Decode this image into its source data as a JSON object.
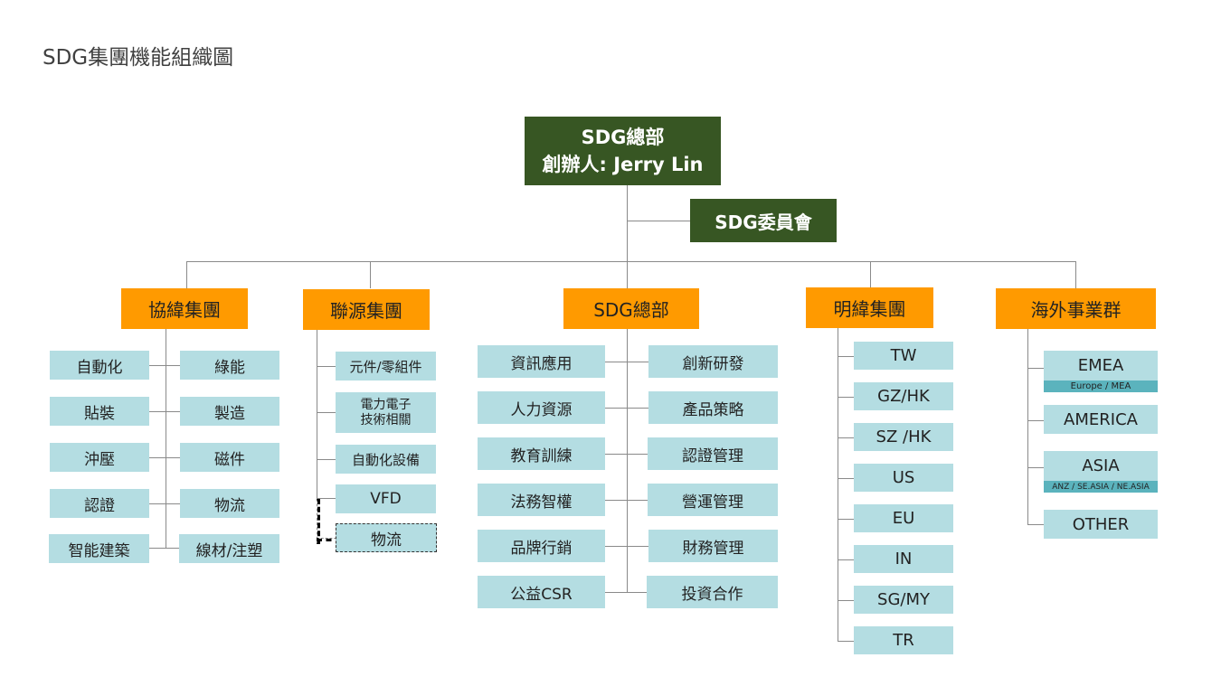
{
  "title": "SDG集團機能組織圖",
  "hq": {
    "line1": "SDG總部",
    "line2": "創辦人: Jerry Lin"
  },
  "committee": "SDG委員會",
  "groups": {
    "xiewei": {
      "label": "協緯集團",
      "left": [
        "自動化",
        "貼裝",
        "沖壓",
        "認證",
        "智能建築"
      ],
      "right": [
        "綠能",
        "製造",
        "磁件",
        "物流",
        "線材/注塑"
      ]
    },
    "lianyuan": {
      "label": "聯源集團",
      "items": [
        "元件/零組件",
        "電力電子",
        "技術相關",
        "自動化設備",
        "VFD",
        "物流"
      ]
    },
    "sdg_hq": {
      "label": "SDG總部",
      "left": [
        "資訊應用",
        "人力資源",
        "教育訓練",
        "法務智權",
        "品牌行銷",
        "公益CSR"
      ],
      "right": [
        "創新研發",
        "產品策略",
        "認證管理",
        "營運管理",
        "財務管理",
        "投資合作"
      ]
    },
    "mingwei": {
      "label": "明緯集團",
      "items": [
        "TW",
        "GZ/HK",
        "SZ /HK",
        "US",
        "EU",
        "IN",
        "SG/MY",
        "TR"
      ]
    },
    "overseas": {
      "label": "海外事業群",
      "items": [
        "EMEA",
        "AMERICA",
        "ASIA",
        "OTHER"
      ],
      "subs": [
        "Europe / MEA",
        "ANZ / SE.ASIA / NE.ASIA"
      ]
    }
  },
  "colors": {
    "dark_green": "#375623",
    "orange": "#FF9A00",
    "light_blue": "#B4DDE2",
    "teal": "#5BB3BD"
  }
}
